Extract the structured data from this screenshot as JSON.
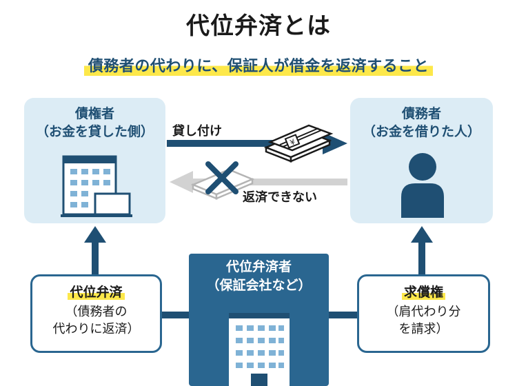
{
  "title": "代位弁済とは",
  "subtitle": "債務者の代わりに、保証人が借金を返済すること",
  "creditor": {
    "line1": "債権者",
    "line2": "（お金を貸した側）"
  },
  "debtor": {
    "line1": "債務者",
    "line2": "（お金を借りた人）"
  },
  "lend_label": "貸し付け",
  "no_repay_label": "返済できない",
  "guarantor": {
    "line1": "代位弁済者",
    "line2": "（保証会社など）"
  },
  "subrogation": {
    "head": "代位弁済",
    "line1": "（債務者の",
    "line2": "代わりに返済）"
  },
  "recourse": {
    "head": "求償権",
    "line1": "（肩代わり分",
    "line2": "を請求）"
  },
  "colors": {
    "navy": "#1f4f73",
    "blue": "#2a6690",
    "light_blue": "#dcecf5",
    "highlight": "#fde84a",
    "gray": "#c8c8c8"
  }
}
